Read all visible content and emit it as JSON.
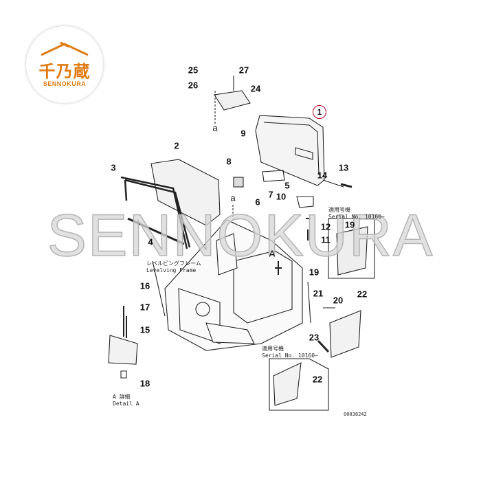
{
  "logo": {
    "kanji": "千乃蔵",
    "english": "SENNOKURA"
  },
  "watermark": "SENNOKURA",
  "callouts": [
    {
      "id": "25"
    },
    {
      "id": "27"
    },
    {
      "id": "26"
    },
    {
      "id": "24"
    },
    {
      "id": "1"
    },
    {
      "id": "9"
    },
    {
      "id": "2"
    },
    {
      "id": "3"
    },
    {
      "id": "8"
    },
    {
      "id": "14"
    },
    {
      "id": "13"
    },
    {
      "id": "5"
    },
    {
      "id": "7"
    },
    {
      "id": "6"
    },
    {
      "id": "10"
    },
    {
      "id": "12"
    },
    {
      "id": "19"
    },
    {
      "id": "11"
    },
    {
      "id": "4"
    },
    {
      "id": "16"
    },
    {
      "id": "19"
    },
    {
      "id": "17"
    },
    {
      "id": "21"
    },
    {
      "id": "20"
    },
    {
      "id": "22"
    },
    {
      "id": "15"
    },
    {
      "id": "23"
    },
    {
      "id": "22"
    },
    {
      "id": "18"
    }
  ],
  "view_markers": {
    "a_top": "a",
    "a_mid": "a",
    "A_arrow": "A"
  },
  "notes": {
    "leveling_frame_jp": "レベルビングフレーム",
    "leveling_frame_en": "Levelving Frame",
    "serial_jp_1": "適用号機",
    "serial_en_1": "Serial No. 10160~",
    "serial_jp_2": "適用号機",
    "serial_en_2": "Serial No. 10160~",
    "detail_jp": "A 詳細",
    "detail_en": "Detail A",
    "drawing_code": "00038242"
  }
}
